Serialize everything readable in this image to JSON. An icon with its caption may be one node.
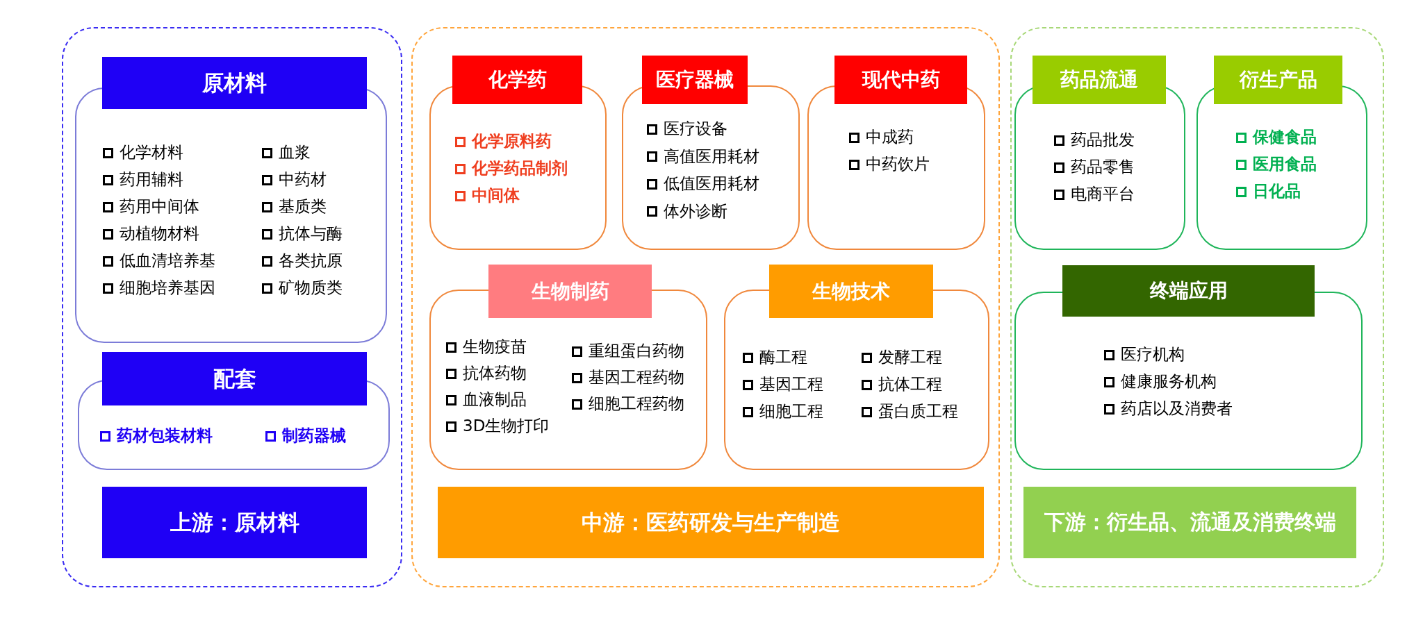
{
  "diagram": {
    "nodes": [
      {
        "text": [
          "上游：原材料"
        ]
      },
      {
        "text": [
          "原材料",
          "化学材料",
          "药用辅料",
          "药用中间体",
          "动植物材料",
          "低血清培养基",
          "细胞培养基因",
          "血浆",
          "中药材",
          "基质类",
          "抗体与酶",
          "各类抗原",
          "矿物质类"
        ],
        "in": 0
      },
      {
        "text": [
          "配套",
          "药材包装材料",
          "制药器械"
        ],
        "in": 0
      },
      {
        "text": [
          "中游：医药研发与生产制造"
        ]
      },
      {
        "text": [
          "化学药",
          "化学原料药",
          "化学药品制剂",
          "中间体"
        ],
        "in": 3
      },
      {
        "text": [
          "医疗器械",
          "医疗设备",
          "高值医用耗材",
          "低值医用耗材",
          "体外诊断"
        ],
        "in": 3
      },
      {
        "text": [
          "现代中药",
          "中成药",
          "中药饮片"
        ],
        "in": 3
      },
      {
        "text": [
          "生物制药",
          "生物疫苗",
          "抗体药物",
          "血液制品",
          "3D生物打印",
          "重组蛋白药物",
          "基因工程药物",
          "细胞工程药物"
        ],
        "in": 3
      },
      {
        "text": [
          "生物技术",
          "酶工程",
          "基因工程",
          "细胞工程",
          "发酵工程",
          "抗体工程",
          "蛋白质工程"
        ],
        "in": 3
      },
      {
        "text": [
          "下游：衍生品、流通及消费终端"
        ]
      },
      {
        "text": [
          "药品流通",
          "药品批发",
          "药品零售",
          "电商平台"
        ],
        "in": 9
      },
      {
        "text": [
          "衍生产品",
          "保健食品",
          "医用食品",
          "日化品"
        ],
        "in": 9
      },
      {
        "text": [
          "终端应用",
          "医疗机构",
          "健康服务机构",
          "药店以及消费者"
        ],
        "in": 9
      }
    ]
  }
}
